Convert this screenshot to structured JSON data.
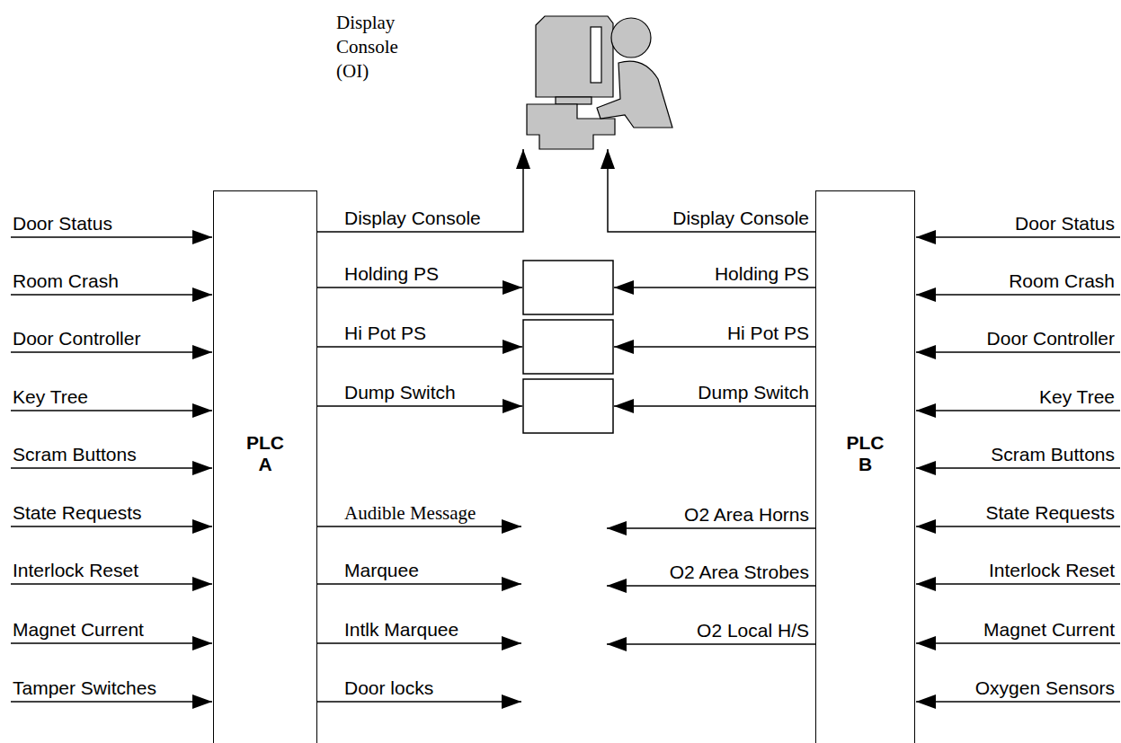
{
  "diagram": {
    "nodes": [
      {
        "text": [
          "Display Console (OI)"
        ]
      },
      {
        "text": [
          "PLC A"
        ]
      },
      {
        "text": [
          "PLC B"
        ]
      }
    ],
    "edges": [
      {
        "from": 1,
        "to": 0,
        "arrow": "to",
        "label": "Display Console"
      },
      {
        "from": 2,
        "to": 0,
        "arrow": "to",
        "label": "Display Console"
      }
    ],
    "labels": [
      "Door Status",
      "Room Crash",
      "Door Controller",
      "Key Tree",
      "Scram Buttons",
      "State Requests",
      "Interlock Reset",
      "Magnet Current",
      "Tamper Switches",
      "Holding PS",
      "Hi Pot PS",
      "Dump Switch",
      "Audible Message",
      "Marquee",
      "Intlk Marquee",
      "Door locks",
      "Holding PS",
      "Hi Pot PS",
      "Dump Switch",
      "O2 Area Horns",
      "O2 Area Strobes",
      "O2 Local H/S",
      "Door Status",
      "Room Crash",
      "Door Controller",
      "Key Tree",
      "Scram Buttons",
      "State Requests",
      "Interlock Reset",
      "Magnet Current",
      "Oxygen Sensors"
    ]
  }
}
